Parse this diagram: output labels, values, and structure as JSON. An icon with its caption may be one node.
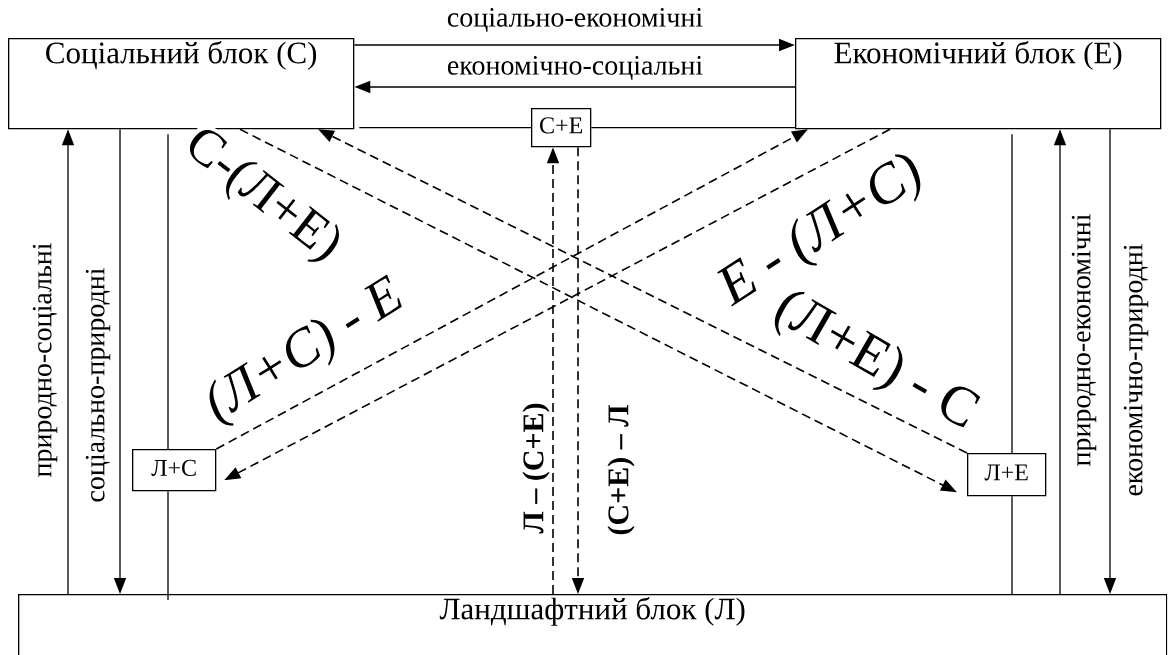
{
  "diagram": {
    "nodes": [
      {
        "text": [
          "Соціальний блок (С)"
        ]
      },
      {
        "text": [
          "Економічний блок (Е)"
        ]
      },
      {
        "text": [
          "С+Е"
        ]
      },
      {
        "text": [
          "Л+С"
        ]
      },
      {
        "text": [
          "Л+Е"
        ]
      },
      {
        "text": [
          "Ландшафтний блок (Л)"
        ]
      }
    ],
    "edges": [
      {
        "from": 0,
        "to": 1,
        "arrow": "to",
        "label": "соціально-економічні"
      },
      {
        "from": 1,
        "to": 0,
        "arrow": "to",
        "label": "економічно-соціальні"
      },
      {
        "from": 0,
        "to": 2,
        "arrow": "none"
      },
      {
        "from": 2,
        "to": 1,
        "arrow": "none"
      },
      {
        "from": 5,
        "to": 0,
        "arrow": "to",
        "label": "природно-соціальні"
      },
      {
        "from": 0,
        "to": 5,
        "arrow": "to",
        "label": "соціально-природні"
      },
      {
        "from": 0,
        "to": 3,
        "arrow": "none"
      },
      {
        "from": 3,
        "to": 5,
        "arrow": "none"
      },
      {
        "from": 5,
        "to": 1,
        "arrow": "to",
        "label": "природно-економічні"
      },
      {
        "from": 1,
        "to": 5,
        "arrow": "to",
        "label": "економічно-природні"
      },
      {
        "from": 1,
        "to": 4,
        "arrow": "none"
      },
      {
        "from": 4,
        "to": 5,
        "arrow": "none"
      },
      {
        "from": 5,
        "to": 2,
        "arrow": "to",
        "style": "dashed",
        "label": "Л – (С+Е)"
      },
      {
        "from": 2,
        "to": 5,
        "arrow": "to",
        "style": "dashed",
        "label": "(С+Е) – Л"
      },
      {
        "from": 0,
        "to": 4,
        "arrow": "to",
        "style": "dashed",
        "label": "С-(Л+Е)"
      },
      {
        "from": 4,
        "to": 0,
        "arrow": "to",
        "style": "dashed",
        "label": "(Л+Е) - С"
      },
      {
        "from": 3,
        "to": 1,
        "arrow": "to",
        "style": "dashed",
        "label": "(Л+С) - Е"
      },
      {
        "from": 1,
        "to": 3,
        "arrow": "to",
        "style": "dashed",
        "label": "Е - (Л+С)"
      }
    ]
  }
}
